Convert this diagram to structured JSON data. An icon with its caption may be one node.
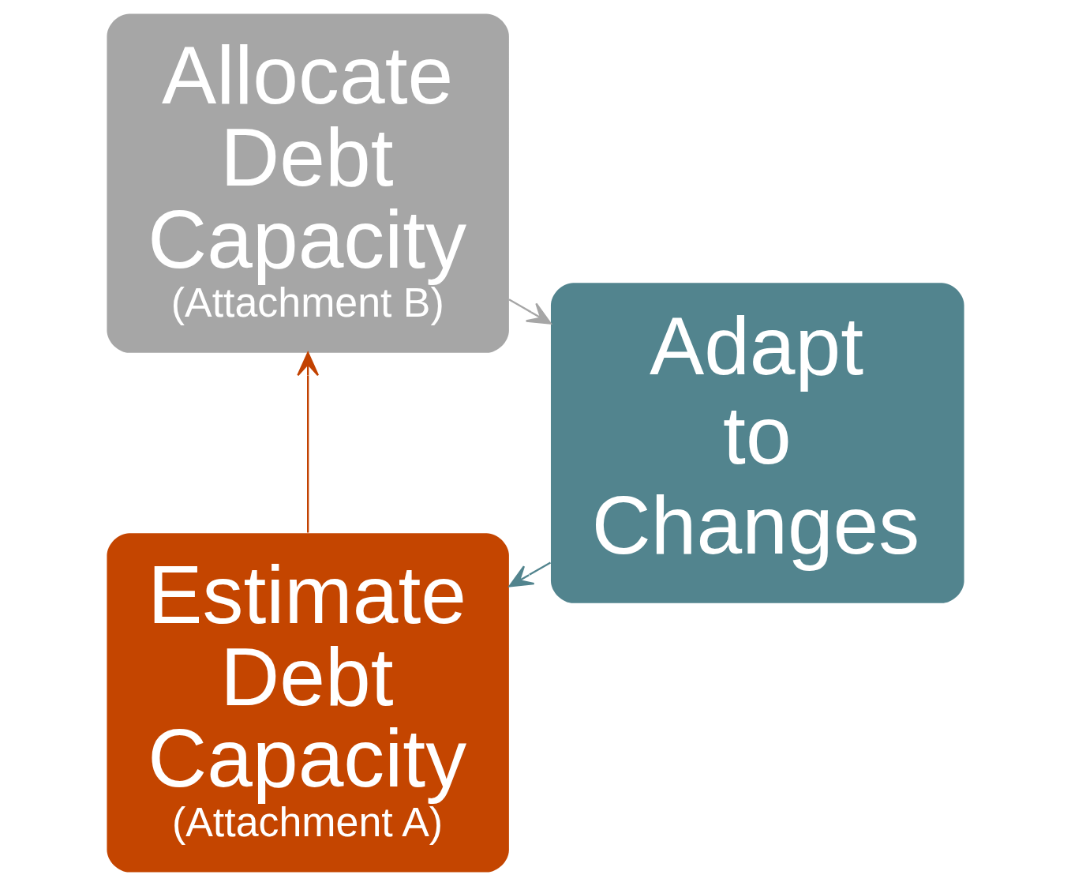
{
  "diagram": {
    "nodes": [
      {
        "text": [
          "Estimate Debt Capacity",
          "(Attachment A)"
        ]
      },
      {
        "text": [
          "Allocate Debt Capacity",
          "(Attachment B)"
        ]
      },
      {
        "text": [
          "Adapt to Changes"
        ]
      }
    ],
    "edges": [
      {
        "from": 0,
        "to": 1,
        "arrow": "to",
        "color": "#c24200"
      },
      {
        "from": 1,
        "to": 2,
        "arrow": "to",
        "color": "#a6a6a6"
      },
      {
        "from": 2,
        "to": 0,
        "arrow": "to",
        "color": "#52848e"
      }
    ]
  }
}
